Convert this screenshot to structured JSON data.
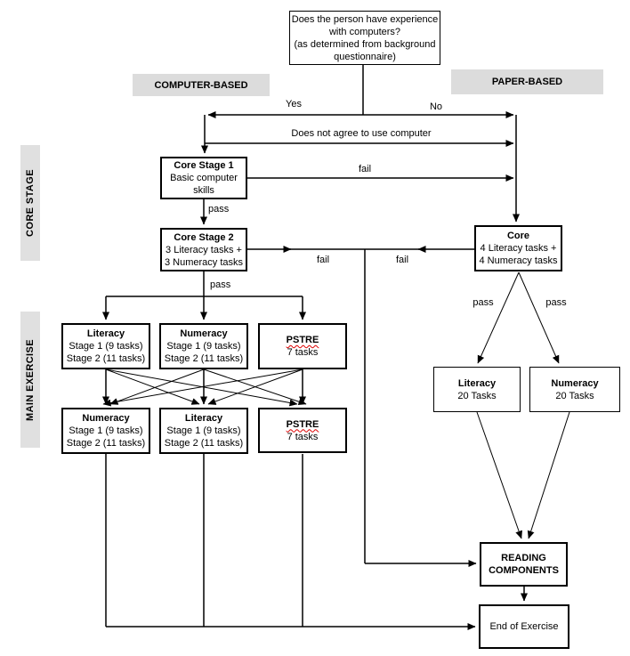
{
  "question_box": {
    "lines": [
      "Does the person have experience",
      "with computers?",
      "(as determined from background",
      "questionnaire)"
    ]
  },
  "branch_headers": {
    "computer_based": "COMPUTER-BASED",
    "paper_based": "PAPER-BASED"
  },
  "sidebar": {
    "core_stage": "CORE STAGE",
    "main_exercise": "MAIN EXERCISE"
  },
  "edge_labels": {
    "yes": "Yes",
    "no": "No",
    "does_not_agree": "Does not agree to use computer",
    "fail": "fail",
    "pass": "pass"
  },
  "boxes": {
    "core_stage_1": {
      "title": "Core Stage 1",
      "lines": [
        "Basic computer",
        "skills"
      ]
    },
    "core_stage_2": {
      "title": "Core Stage 2",
      "lines": [
        "3 Literacy tasks +",
        "3 Numeracy tasks"
      ]
    },
    "core_paper": {
      "title": "Core",
      "lines": [
        "4 Literacy tasks +",
        "4 Numeracy tasks"
      ]
    },
    "literacy_row1": {
      "title": "Literacy",
      "lines": [
        "Stage 1 (9 tasks)",
        "Stage 2 (11 tasks)"
      ]
    },
    "numeracy_row1": {
      "title": "Numeracy",
      "lines": [
        "Stage 1 (9 tasks)",
        "Stage 2 (11 tasks)"
      ]
    },
    "pstre_row1": {
      "title": "PSTRE",
      "lines": [
        "7 tasks"
      ]
    },
    "numeracy_row2": {
      "title": "Numeracy",
      "lines": [
        "Stage 1 (9 tasks)",
        "Stage 2 (11 tasks)"
      ]
    },
    "literacy_row2": {
      "title": "Literacy",
      "lines": [
        "Stage 1 (9 tasks)",
        "Stage 2 (11 tasks)"
      ]
    },
    "pstre_row2": {
      "title": "PSTRE",
      "lines": [
        "7 tasks"
      ]
    },
    "literacy_paper": {
      "title": "Literacy",
      "lines": [
        "20 Tasks"
      ]
    },
    "numeracy_paper": {
      "title": "Numeracy",
      "lines": [
        "20 Tasks"
      ]
    },
    "reading_components": {
      "line1": "READING",
      "line2": "COMPONENTS"
    },
    "end_of_exercise": {
      "title": "End of Exercise"
    }
  },
  "colors": {
    "header_chip_bg": "#dcdcdc",
    "sidebar_chip_bg": "#e0e0e0",
    "line": "#000000",
    "spellcheck_underline": "#dd0000"
  }
}
